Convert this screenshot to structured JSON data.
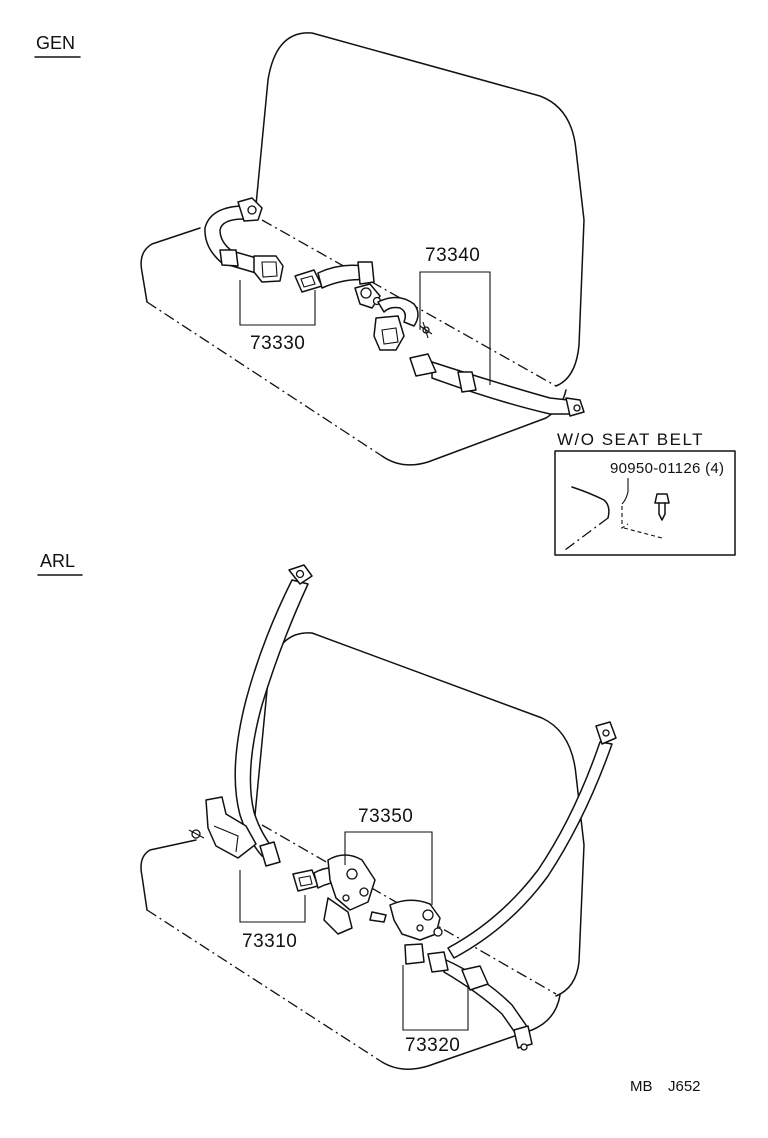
{
  "sections": {
    "gen": {
      "label": "GEN",
      "callout_upper": "73340",
      "callout_left": "73330"
    },
    "without_belt": {
      "title": "W/O SEAT BELT",
      "part": "90950-01126 (4)"
    },
    "arl": {
      "label": "ARL",
      "callout_center": "73350",
      "callout_left": "73310",
      "callout_right": "73320"
    }
  },
  "footer": {
    "prefix": "MB",
    "code": "J652"
  }
}
